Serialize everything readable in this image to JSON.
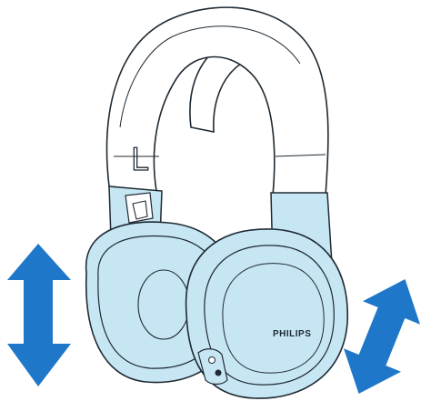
{
  "illustration": {
    "brand_label": "PHILIPS",
    "side_marker": "L",
    "icons": [
      "double-arrow-left-icon",
      "double-arrow-right-icon",
      "headphones-illustration"
    ]
  },
  "colors": {
    "fill": "#c7e6f4",
    "outline": "#1f2a33",
    "arrow": "#1f77c9",
    "band": "#ffffff"
  }
}
